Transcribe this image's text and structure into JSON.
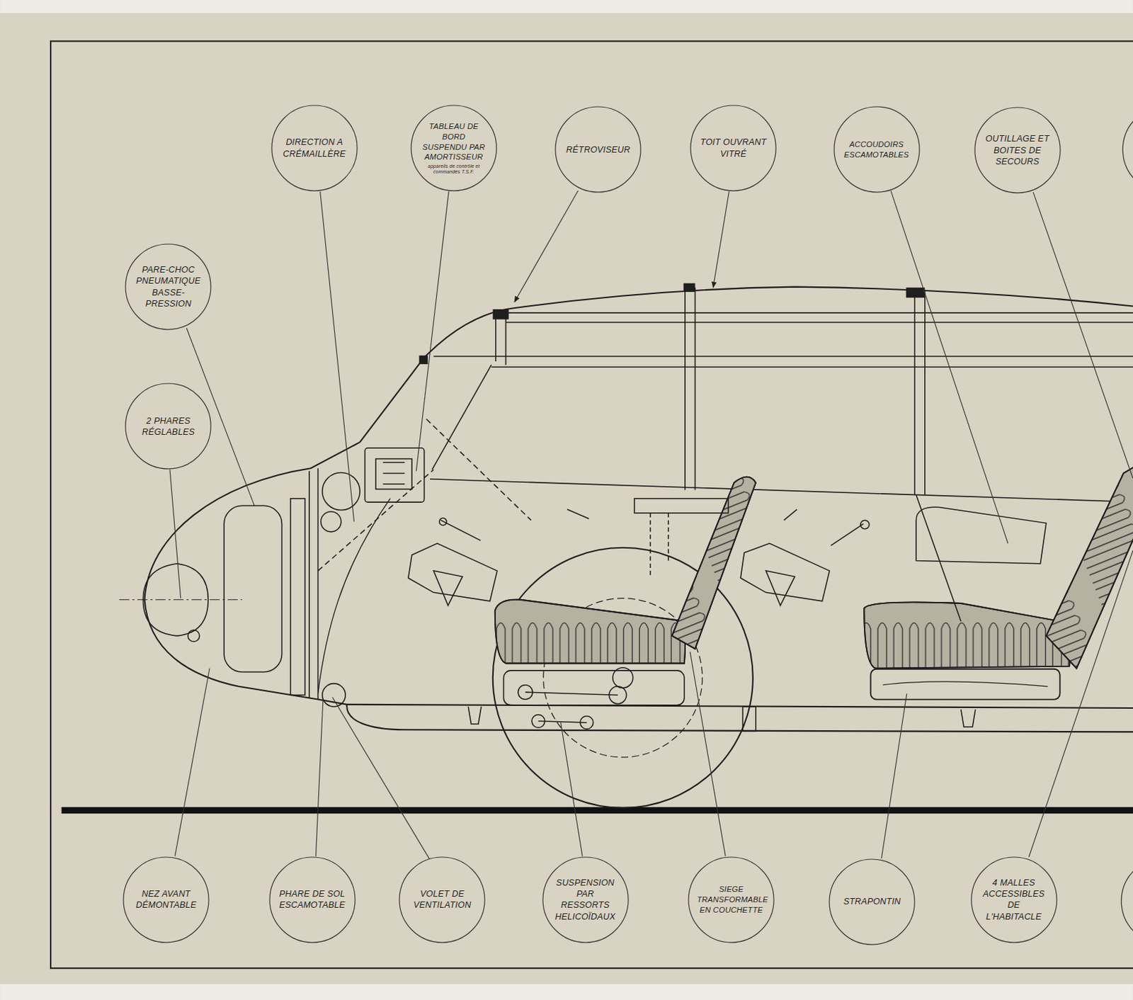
{
  "diagram": {
    "nodes": [
      {
        "text": [
          "DIRECTION A CRÉMAILLÈRE"
        ]
      },
      {
        "text": [
          "TABLEAU DE BORD SUSPENDU PAR AMORTISSEUR",
          "appareils de contrôle et commandes T.S.F."
        ]
      },
      {
        "text": [
          "RÉTROVISEUR"
        ]
      },
      {
        "text": [
          "TOIT OUVRANT VITRÉ"
        ]
      },
      {
        "text": [
          "ACCOUDOIRS ESCAMOTABLES"
        ]
      },
      {
        "text": [
          "OUTILLAGE ET BOITES DE SECOURS"
        ]
      },
      {
        "text": [
          "PARE-CHOC PNEUMATIQUE BASSE-PRESSION"
        ]
      },
      {
        "text": [
          "2 PHARES RÉGLABLES"
        ]
      },
      {
        "text": [
          "NEZ AVANT DÉMONTABLE"
        ]
      },
      {
        "text": [
          "PHARE DE SOL ESCAMOTABLE"
        ]
      },
      {
        "text": [
          "VOLET DE VENTILATION"
        ]
      },
      {
        "text": [
          "SUSPENSION PAR RESSORTS HELICOÏDAUX"
        ]
      },
      {
        "text": [
          "SIEGE TRANSFORMABLE EN COUCHETTE"
        ]
      },
      {
        "text": [
          "STRAPONTIN"
        ]
      },
      {
        "text": [
          "4 MALLES ACCESSIBLES DE L'HABITACLE"
        ]
      }
    ]
  }
}
